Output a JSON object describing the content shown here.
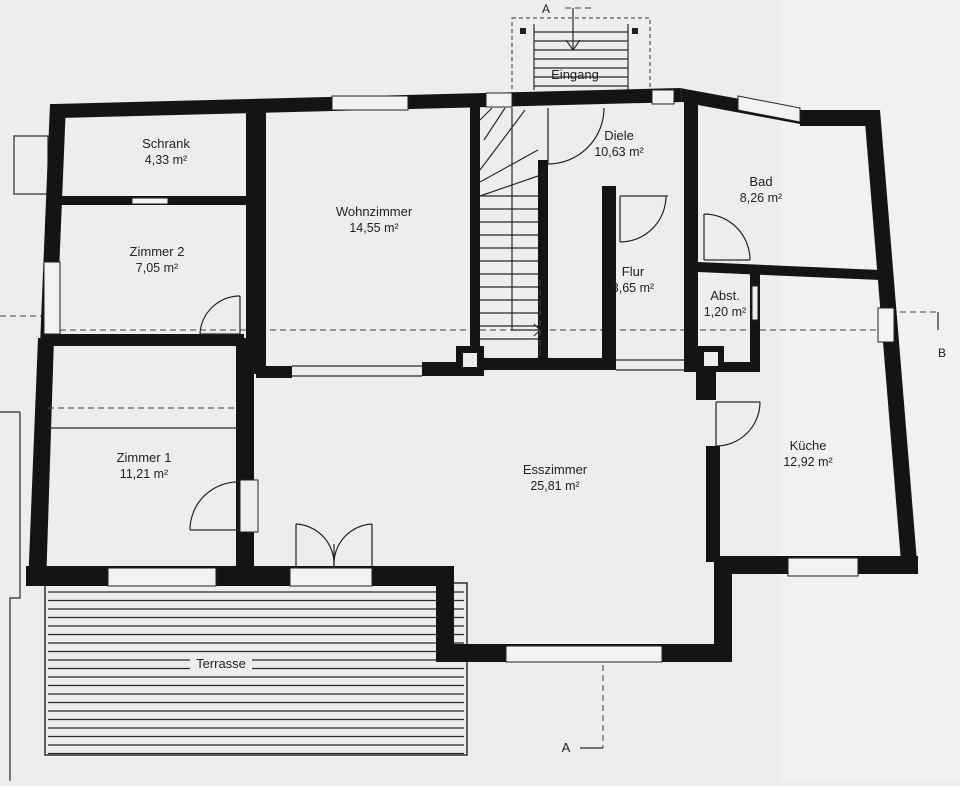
{
  "colors": {
    "paper": "#ededee",
    "wall": "#141414",
    "line": "#2a2a2a"
  },
  "rooms": [
    {
      "id": "schrank",
      "name": "Schrank",
      "area": "4,33 m²"
    },
    {
      "id": "zimmer2",
      "name": "Zimmer 2",
      "area": "7,05 m²"
    },
    {
      "id": "wohnzimmer",
      "name": "Wohnzimmer",
      "area": "14,55 m²"
    },
    {
      "id": "diele",
      "name": "Diele",
      "area": "10,63 m²"
    },
    {
      "id": "bad",
      "name": "Bad",
      "area": "8,26 m²"
    },
    {
      "id": "flur",
      "name": "Flur",
      "area": "3,65 m²"
    },
    {
      "id": "abst",
      "name": "Abst.",
      "area": "1,20 m²"
    },
    {
      "id": "zimmer1",
      "name": "Zimmer 1",
      "area": "11,21 m²"
    },
    {
      "id": "esszimmer",
      "name": "Esszimmer",
      "area": "25,81 m²"
    },
    {
      "id": "kueche",
      "name": "Küche",
      "area": "12,92 m²"
    }
  ],
  "labels": {
    "entrance": "Eingang",
    "terrace": "Terrasse"
  },
  "section_markers": {
    "a_top": "A",
    "a_bottom": "A",
    "b": "B"
  }
}
